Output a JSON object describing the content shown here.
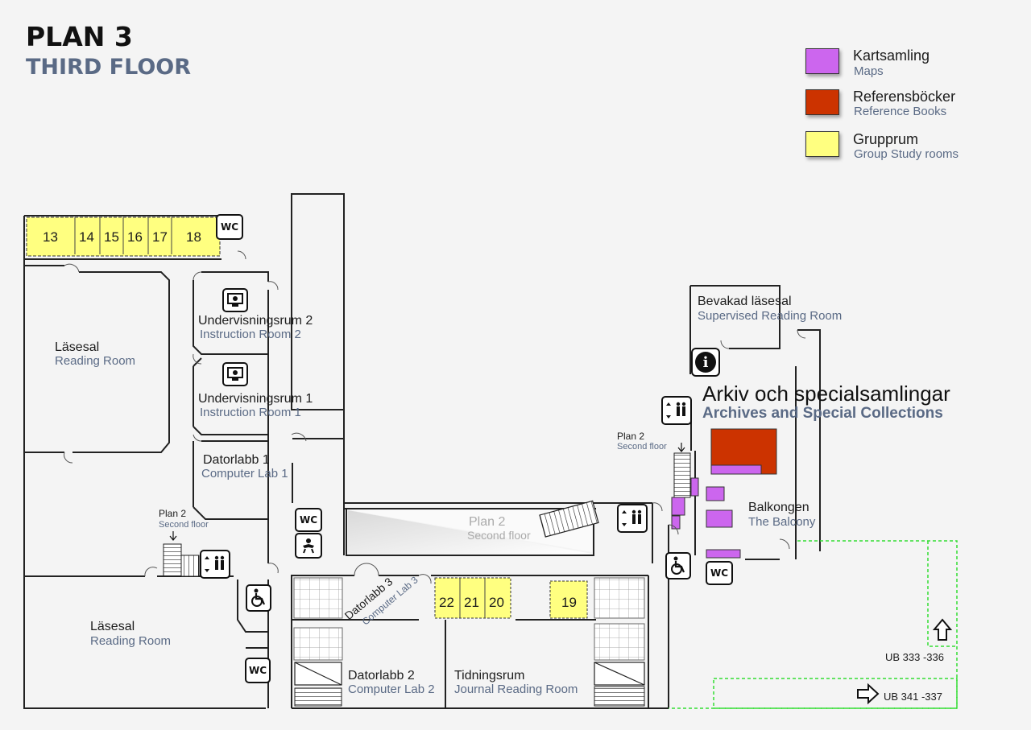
{
  "header": {
    "title": "PLAN 3",
    "subtitle": "THIRD FLOOR"
  },
  "legend": [
    {
      "sv": "Kartsamling",
      "en": "Maps",
      "color": "#cc66ee"
    },
    {
      "sv": "Referensböcker",
      "en": "Reference Books",
      "color": "#cc3300"
    },
    {
      "sv": "Grupprum",
      "en": "Group Study rooms",
      "color": "#ffff80"
    }
  ],
  "rooms": {
    "lasesal_top": {
      "sv": "Läsesal",
      "en": "Reading Room"
    },
    "lasesal_bottom": {
      "sv": "Läsesal",
      "en": "Reading Room"
    },
    "undervisning2": {
      "sv": "Undervisningsrum 2",
      "en": "Instruction Room 2"
    },
    "undervisning1": {
      "sv": "Undervisningsrum 1",
      "en": "Instruction Room 1"
    },
    "datorlabb1": {
      "sv": "Datorlabb 1",
      "en": "Computer Lab 1"
    },
    "datorlabb2": {
      "sv": "Datorlabb 2",
      "en": "Computer Lab 2"
    },
    "datorlabb3": {
      "sv": "Datorlabb 3",
      "en": "Computer Lab 3"
    },
    "tidningsrum": {
      "sv": "Tidningsrum",
      "en": "Journal Reading Room"
    },
    "plan2_void": {
      "sv": "Plan 2",
      "en": "Second floor"
    },
    "bevakad": {
      "sv": "Bevakad läsesal",
      "en": "Supervised Reading Room"
    },
    "arkiv": {
      "sv": "Arkiv och specialsamlingar",
      "en": "Archives and Special Collections"
    },
    "balkongen": {
      "sv": "Balkongen",
      "en": "The Balcony"
    }
  },
  "stairs": {
    "left": {
      "sv": "Plan 2",
      "en": "Second floor"
    },
    "right": {
      "sv": "Plan 2",
      "en": "Second floor"
    }
  },
  "group_rooms": [
    "13",
    "14",
    "15",
    "16",
    "17",
    "18",
    "22",
    "21",
    "20",
    "19"
  ],
  "icons": {
    "wc": "WC",
    "info": "i"
  },
  "shelves": {
    "up": "UB 333 -336",
    "right": "UB 341 -337"
  }
}
